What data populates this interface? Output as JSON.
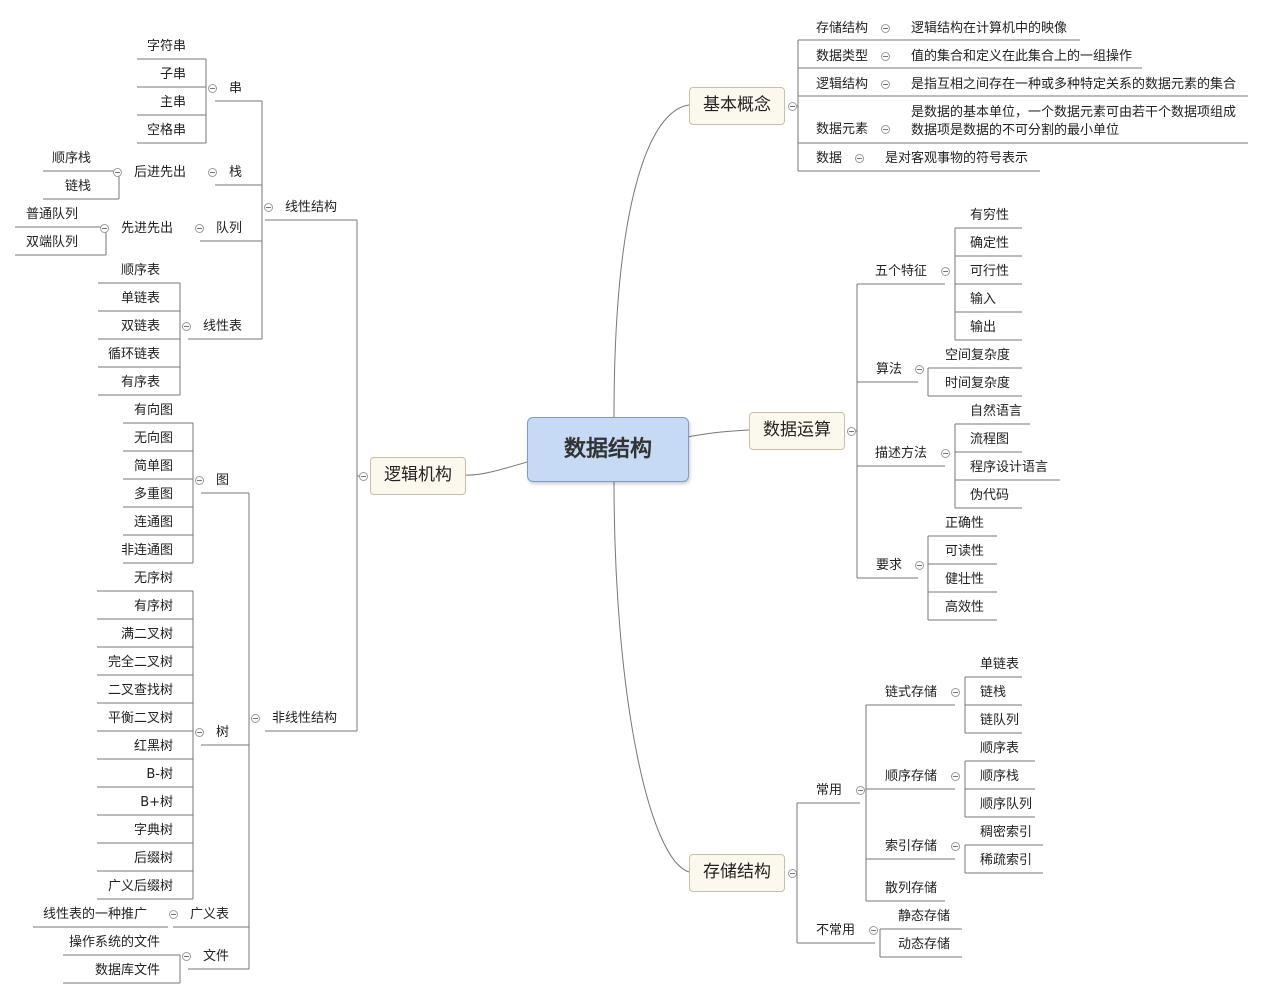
{
  "root": "数据结构",
  "basic": {
    "label": "基本概念",
    "storage_structure": "存储结构",
    "storage_structure_def": "逻辑结构在计算机中的映像",
    "data_type": "数据类型",
    "data_type_def": "值的集合和定义在此集合上的一组操作",
    "logical_structure": "逻辑结构",
    "logical_structure_def": "是指互相之间存在一种或多种特定关系的数据元素的集合",
    "data_element": "数据元素",
    "data_element_def1": "是数据的基本单位，一个数据元素可由若干个数据项组成",
    "data_element_def2": "数据项是数据的不可分割的最小单位",
    "data": "数据",
    "data_def": "是对客观事物的符号表示"
  },
  "ops": {
    "label": "数据运算",
    "features": "五个特征",
    "feature_items": [
      "有穷性",
      "确定性",
      "可行性",
      "输入",
      "输出"
    ],
    "algorithm": "算法",
    "algorithm_items": [
      "空间复杂度",
      "时间复杂度"
    ],
    "description": "描述方法",
    "description_items": [
      "自然语言",
      "流程图",
      "程序设计语言",
      "伪代码"
    ],
    "requirements": "要求",
    "requirement_items": [
      "正确性",
      "可读性",
      "健壮性",
      "高效性"
    ]
  },
  "storage": {
    "label": "存储结构",
    "common": "常用",
    "linked": "链式存储",
    "linked_items": [
      "单链表",
      "链栈",
      "链队列"
    ],
    "sequential": "顺序存储",
    "sequential_items": [
      "顺序表",
      "顺序栈",
      "顺序队列"
    ],
    "indexed": "索引存储",
    "indexed_items": [
      "稠密索引",
      "稀疏索引"
    ],
    "hashed": "散列存储",
    "uncommon": "不常用",
    "uncommon_items": [
      "静态存储",
      "动态存储"
    ]
  },
  "logical": {
    "label": "逻辑机构",
    "linear": "线性结构",
    "string": "串",
    "string_items": [
      "字符串",
      "子串",
      "主串",
      "空格串"
    ],
    "stack": "栈",
    "lifo": "后进先出",
    "stack_items": [
      "顺序栈",
      "链栈"
    ],
    "queue": "队列",
    "fifo": "先进先出",
    "queue_items": [
      "普通队列",
      "双端队列"
    ],
    "list": "线性表",
    "list_items": [
      "顺序表",
      "单链表",
      "双链表",
      "循环链表",
      "有序表"
    ],
    "nonlinear": "非线性结构",
    "graph": "图",
    "graph_items": [
      "有向图",
      "无向图",
      "简单图",
      "多重图",
      "连通图",
      "非连通图"
    ],
    "tree": "树",
    "tree_items": [
      "无序树",
      "有序树",
      "满二叉树",
      "完全二叉树",
      "二叉查找树",
      "平衡二叉树",
      "红黑树",
      "B-树",
      "B+树",
      "字典树",
      "后缀树",
      "广义后缀树"
    ],
    "generalized": "广义表",
    "generalized_note": "线性表的一种推广",
    "file": "文件",
    "file_items": [
      "操作系统的文件",
      "数据库文件"
    ]
  },
  "colors": {
    "root_fill": "#c6daf5",
    "main_fill": "#fdf8ee",
    "line": "#777777"
  }
}
